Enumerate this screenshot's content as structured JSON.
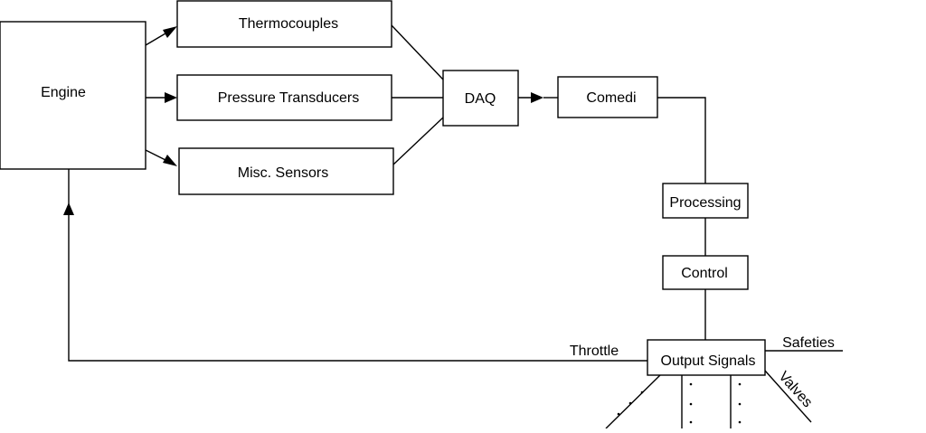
{
  "diagram": {
    "nodes": {
      "engine": "Engine",
      "thermocouples": "Thermocouples",
      "pressure_transducers": "Pressure Transducers",
      "misc_sensors": "Misc. Sensors",
      "daq": "DAQ",
      "comedi": "Comedi",
      "processing": "Processing",
      "control": "Control",
      "output_signals": "Output Signals"
    },
    "edge_labels": {
      "throttle": "Throttle",
      "safeties": "Safeties",
      "valves": "Valves"
    }
  }
}
